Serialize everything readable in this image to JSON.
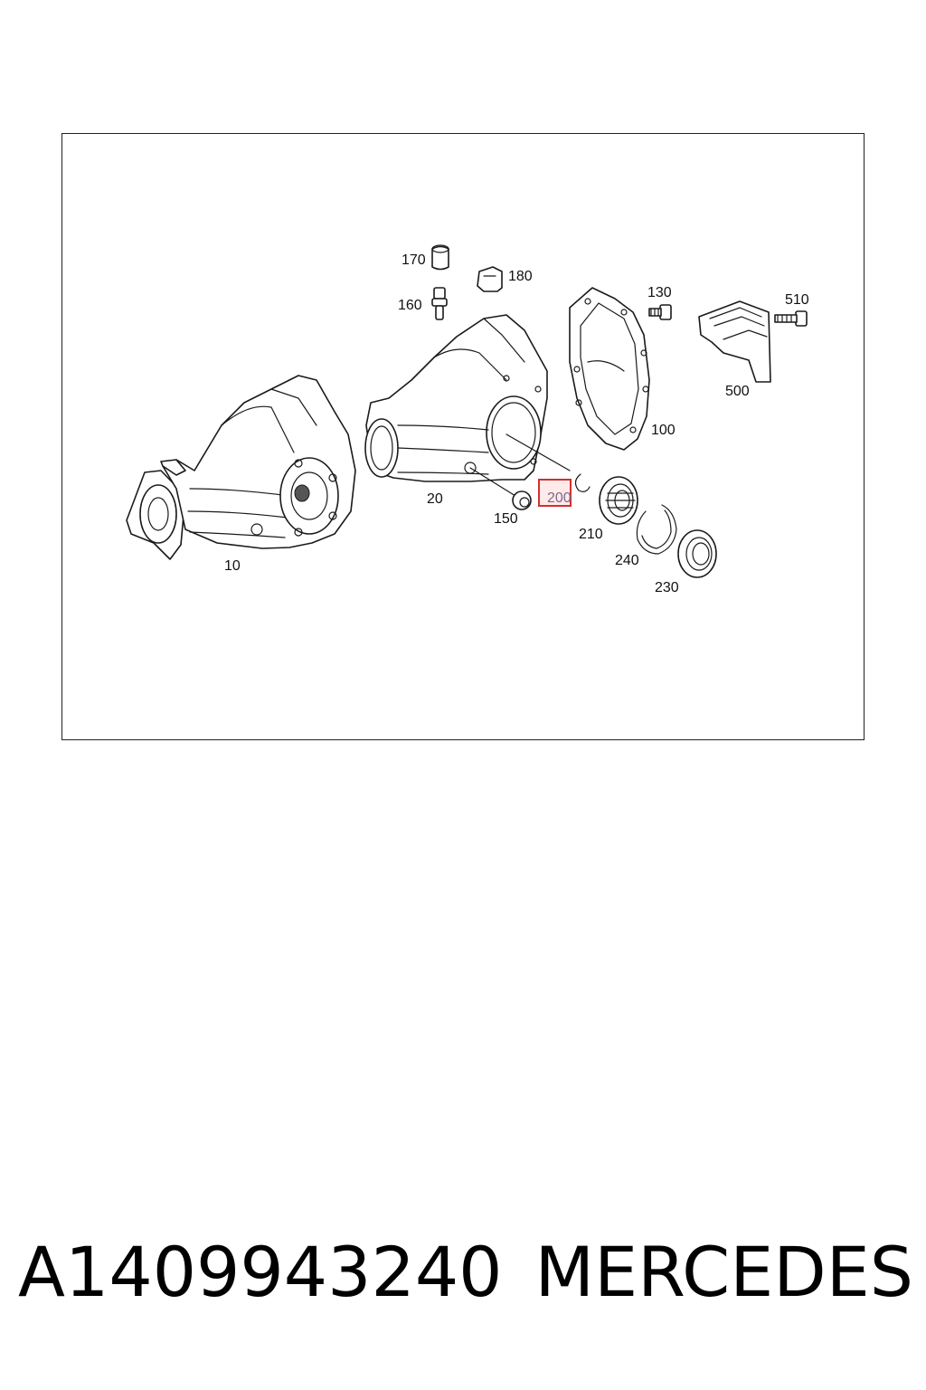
{
  "diagram": {
    "callouts": {
      "c10": "10",
      "c20": "20",
      "c100": "100",
      "c130": "130",
      "c150": "150",
      "c160": "160",
      "c170": "170",
      "c180": "180",
      "c200": "200",
      "c210": "210",
      "c230": "230",
      "c240": "240",
      "c500": "500",
      "c510": "510"
    },
    "highlighted_callout": "200",
    "highlight_color": "#d32f2f"
  },
  "caption": {
    "part_number": "A1409943240",
    "brand": "MERCEDES"
  }
}
